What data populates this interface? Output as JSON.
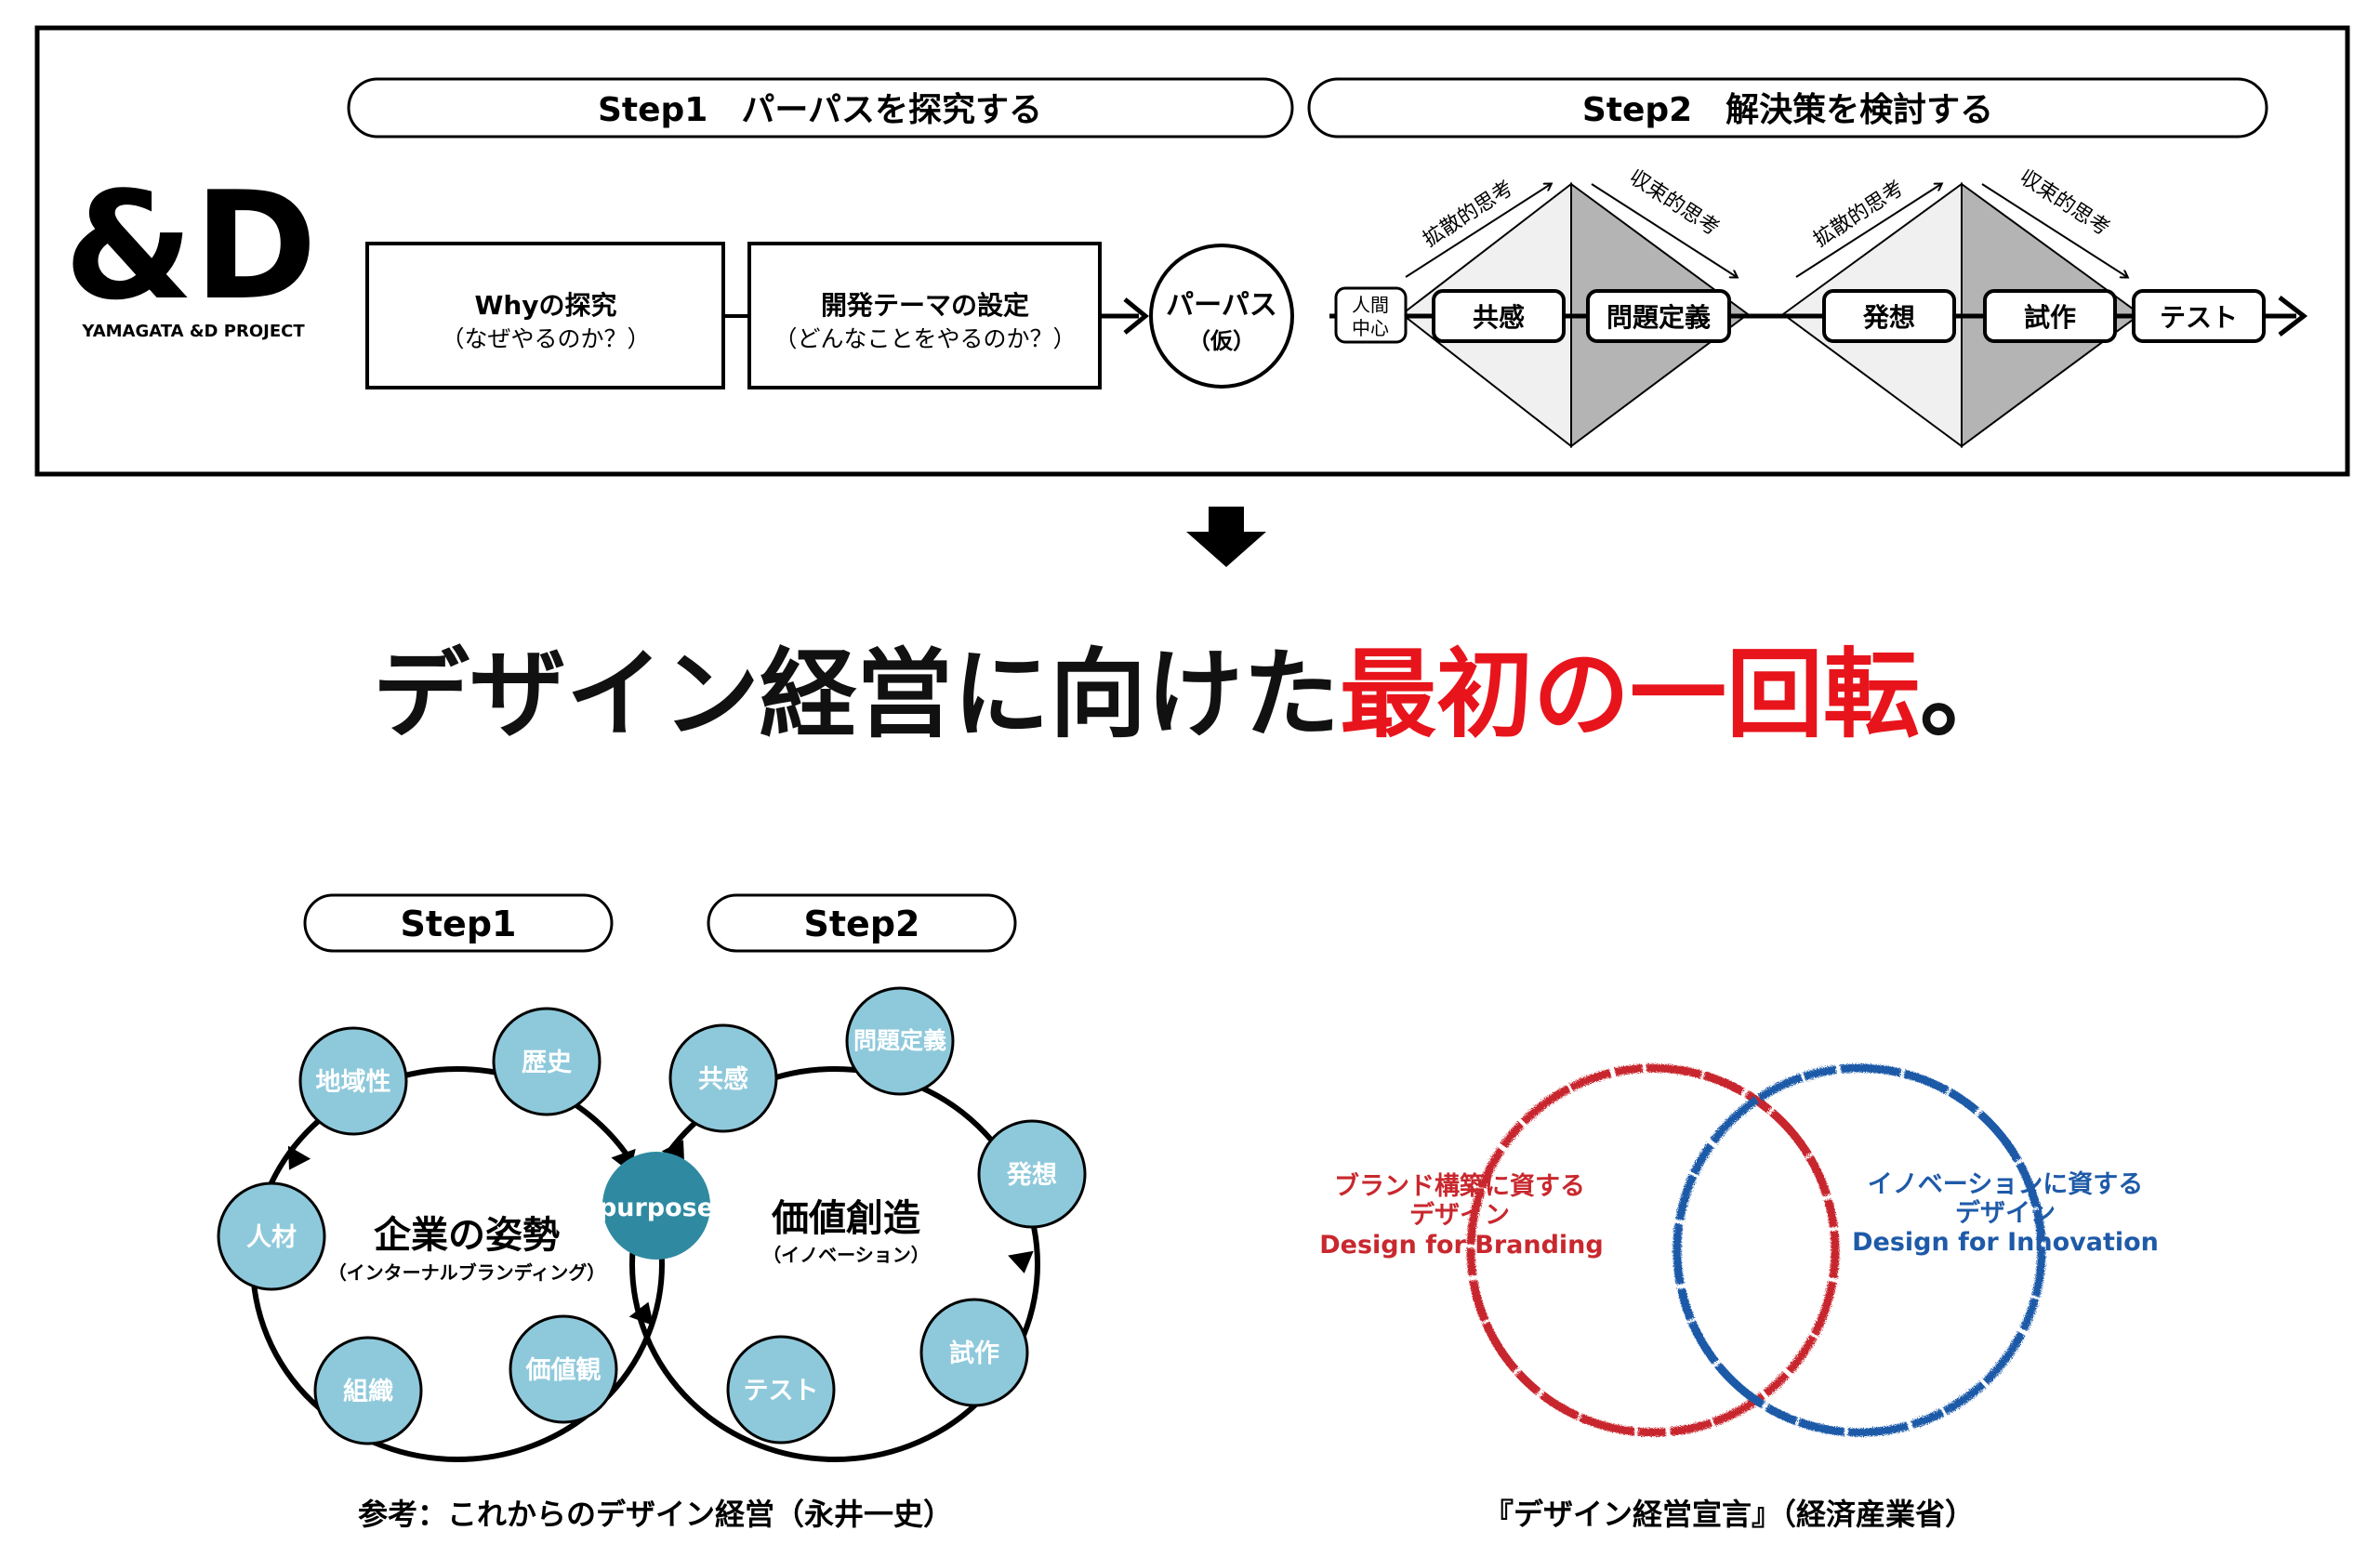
{
  "logo": {
    "mark": "&D",
    "caption": "YAMAGATA &D PROJECT"
  },
  "process": {
    "step1_label": "Step1　パーパスを探究する",
    "step2_label": "Step2　解決策を検討する",
    "why_title": "Whyの探究",
    "why_sub": "（なぜやるのか？）",
    "theme_title": "開発テーマの設定",
    "theme_sub": "（どんなことをやるのか？）",
    "purpose_title": "パーパス",
    "purpose_sub": "（仮）",
    "human_line1": "人間",
    "human_line2": "中心",
    "stages": [
      "共感",
      "問題定義",
      "発想",
      "試作",
      "テスト"
    ],
    "divergent": "拡散的思考",
    "convergent": "収束的思考"
  },
  "headline": {
    "part1": "デザイン経営に向けた",
    "part2": "最初の一回転",
    "period": "。",
    "accent_color": "#e8141c"
  },
  "loop_diagram": {
    "step1_label": "Step1",
    "step2_label": "Step2",
    "left_title": "企業の姿勢",
    "left_sub": "（インターナルブランディング）",
    "right_title": "価値創造",
    "right_sub": "（イノベーション）",
    "center": "purpose",
    "left_nodes": [
      "地域性",
      "歴史",
      "人材",
      "組織",
      "価値観"
    ],
    "right_nodes": [
      "共感",
      "問題定義",
      "発想",
      "試作",
      "テスト"
    ],
    "node_color": "#8ec9db",
    "center_color": "#2f8aa1",
    "caption": "参考：これからのデザイン経営（永井一史）"
  },
  "venn": {
    "left_line1": "ブランド構築に資する",
    "left_line2": "デザイン",
    "left_line3": "Design for Branding",
    "right_line1": "イノベーションに資する",
    "right_line2": "デザイン",
    "right_line3": "Design for Innovation",
    "left_color": "#c8282e",
    "right_color": "#1e5aa8",
    "caption": "『デザイン経営宣言』（経済産業省）"
  }
}
